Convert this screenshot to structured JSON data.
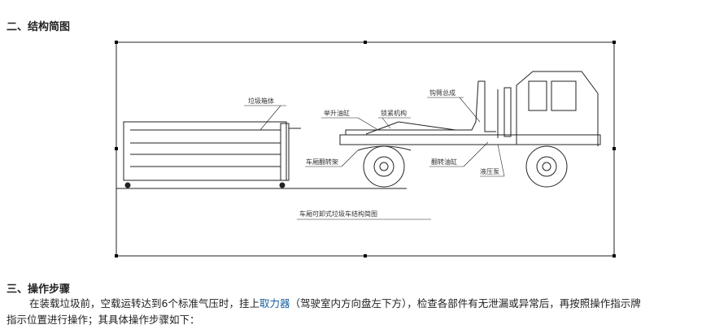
{
  "section2_title": "二、结构简图",
  "diagram": {
    "labels": {
      "box": "垃圾箱体",
      "lift_cyl": "举升油缸",
      "lock": "锁紧机构",
      "hook_arm": "钩臂总成",
      "tilt_frame": "车厢翻转架",
      "tilt_cyl": "翻转油缸",
      "pump": "液压泵"
    },
    "caption": "车厢可卸式垃圾车结构简图"
  },
  "section3_title": "三、操作步骤",
  "para": {
    "before": "在装载垃圾前，空载运转达到6个标准气压时，挂上",
    "link": "取力器",
    "after": "（驾驶室内方向盘左下方），检查各部件有无泄漏或异常后，再按照操作指示牌",
    "line2": "指示位置进行操作；其具体操作步骤如下："
  }
}
